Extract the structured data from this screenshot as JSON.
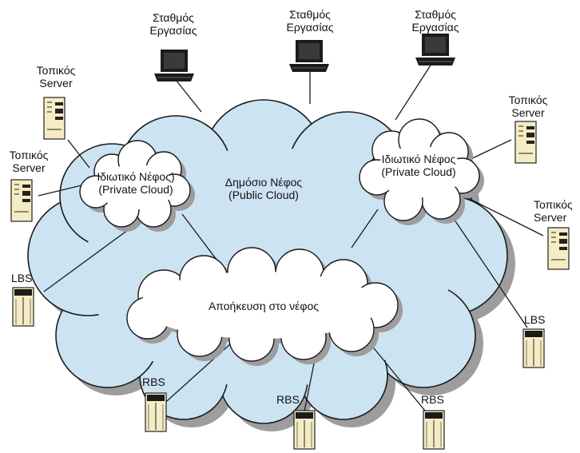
{
  "workstations": [
    {
      "line1": "Σταθμός",
      "line2": "Εργασίας"
    },
    {
      "line1": "Σταθμός",
      "line2": "Εργασίας"
    },
    {
      "line1": "Σταθμός",
      "line2": "Εργασίας"
    }
  ],
  "local_servers": [
    {
      "line1": "Τοπικός",
      "line2": "Server"
    },
    {
      "line1": "Τοπικός",
      "line2": "Server"
    },
    {
      "line1": "Τοπικός",
      "line2": "Server"
    },
    {
      "line1": "Τοπικός",
      "line2": "Server"
    }
  ],
  "clouds": {
    "public": {
      "line1": "Δημόσιο Νέφος",
      "line2": "(Public Cloud)"
    },
    "private_left": {
      "line1": "Ιδιωτικό Νέφος)",
      "line2": "(Private Cloud)"
    },
    "private_right": {
      "line1": "Ιδιωτικό Νέφος",
      "line2": "(Private Cloud)"
    },
    "storage": {
      "label": "Αποήκευση στο νέφος"
    }
  },
  "base_stations": {
    "lbs_left": "LBS",
    "lbs_right": "LBS",
    "rbs_left": "RBS",
    "rbs_middle": "RBS",
    "rbs_right": "RBS"
  },
  "colors": {
    "public_cloud_fill": "#cce3f2",
    "cloud_shadow": "#9d9d9d",
    "cloud_outline": "#1a1a1a",
    "server_fill": "#f5ecc4",
    "line": "#1a1a1a"
  }
}
